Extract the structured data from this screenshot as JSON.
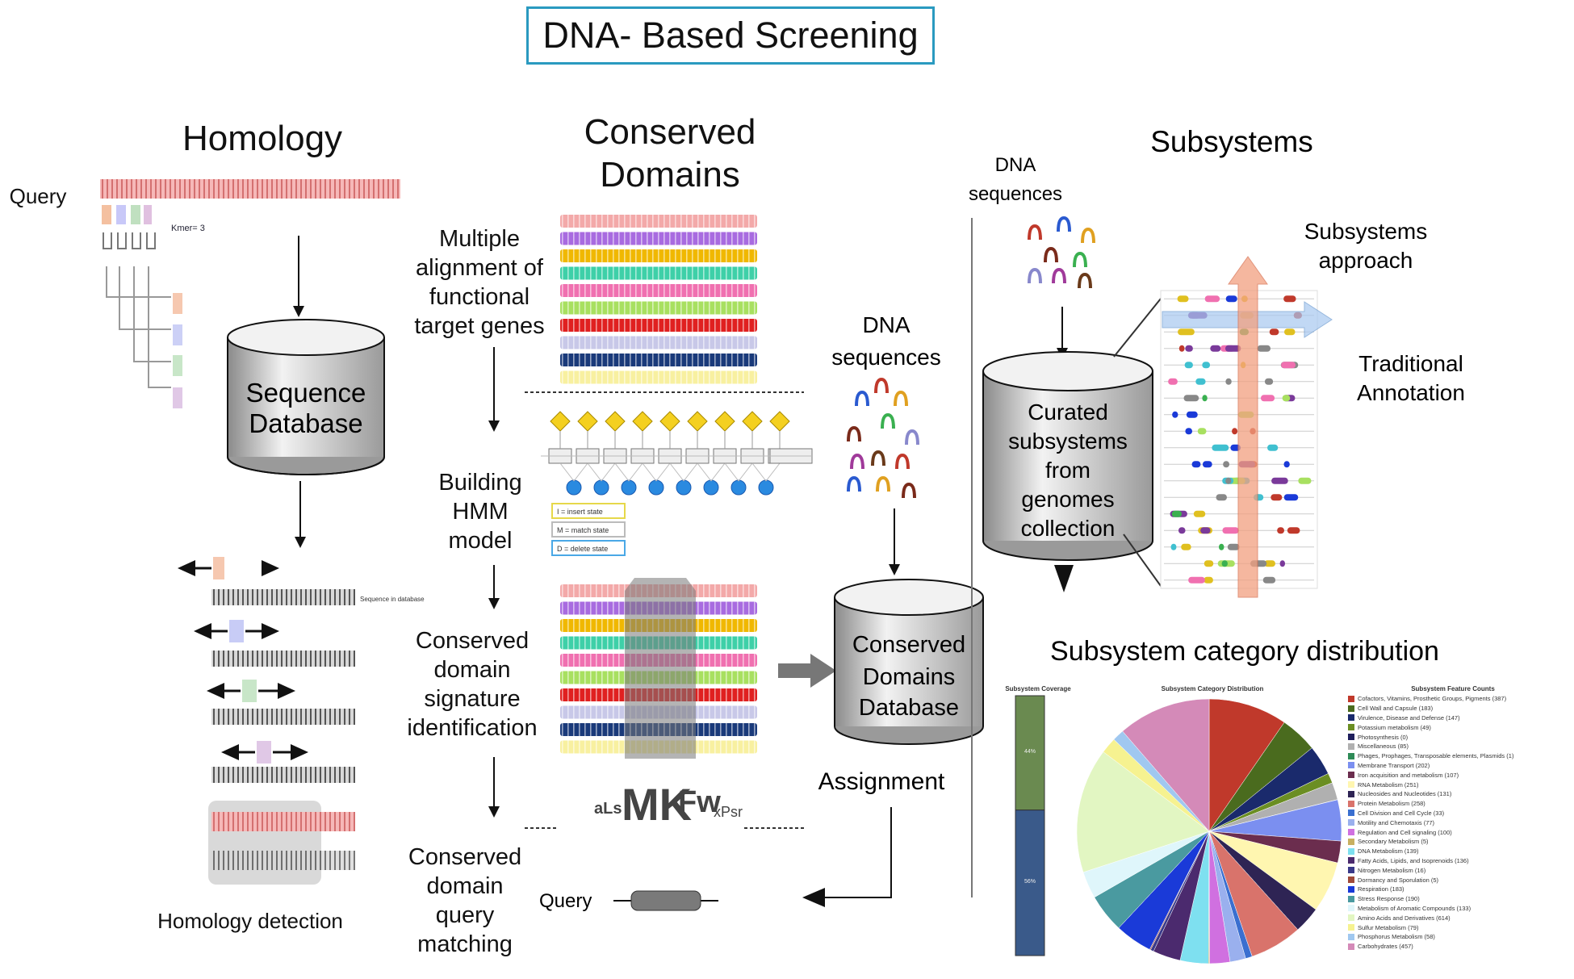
{
  "title": "DNA- Based Screening",
  "homology": {
    "heading": "Homology",
    "query_label": "Query",
    "kmer_label": "Kmer= 3",
    "database_label": [
      "Sequence",
      "Database"
    ],
    "seq_db_label": "Sequence in database",
    "footer": "Homology detection"
  },
  "conserved": {
    "heading": [
      "Conserved",
      "Domains"
    ],
    "step1": [
      "Multiple",
      "alignment of",
      "functional",
      "target genes"
    ],
    "step2": [
      "Building",
      "HMM",
      "model"
    ],
    "step3": [
      "Conserved",
      "domain",
      "signature",
      "identification"
    ],
    "step4": [
      "Conserved",
      "domain",
      "query",
      "matching"
    ],
    "hmm_legend": [
      "I = insert state",
      "M = match state",
      "D = delete state"
    ],
    "dna_label": [
      "DNA",
      "sequences"
    ],
    "database_label": [
      "Conserved",
      "Domains",
      "Database"
    ],
    "assignment_label": "Assignment",
    "query_label": "Query"
  },
  "subsystems": {
    "heading": "Subsystems",
    "dna_label": [
      "DNA",
      "sequences"
    ],
    "approach_label": [
      "Subsystems",
      "approach"
    ],
    "traditional_label": [
      "Traditional",
      "Annotation"
    ],
    "database_label": [
      "Curated",
      "subsystems",
      "from",
      "genomes",
      "collection"
    ],
    "distribution_heading": "Subsystem category distribution",
    "coverage_title": "Subsystem Coverage",
    "coverage_values": [
      "44%",
      "56%"
    ],
    "pie_title": "Subsystem Category Distribution",
    "legend_title": "Subsystem Feature Counts",
    "categories": [
      {
        "name": "Cofactors, Vitamins, Prosthetic Groups, Pigments (387)",
        "value": 387,
        "color": "#c0392b"
      },
      {
        "name": "Cell Wall and Capsule (183)",
        "value": 183,
        "color": "#4a6b1e"
      },
      {
        "name": "Virulence, Disease and Defense (147)",
        "value": 147,
        "color": "#1a2a6c"
      },
      {
        "name": "Potassium metabolism (49)",
        "value": 49,
        "color": "#6b8e23"
      },
      {
        "name": "Photosynthesis (0)",
        "value": 0,
        "color": "#1f1f5c"
      },
      {
        "name": "Miscellaneous (85)",
        "value": 85,
        "color": "#b0b0b0"
      },
      {
        "name": "Phages, Prophages, Transposable elements, Plasmids (1)",
        "value": 1,
        "color": "#2e8b57"
      },
      {
        "name": "Membrane Transport (202)",
        "value": 202,
        "color": "#7b8ff0"
      },
      {
        "name": "Iron acquisition and metabolism (107)",
        "value": 107,
        "color": "#6b2d4e"
      },
      {
        "name": "RNA Metabolism (251)",
        "value": 251,
        "color": "#fff6b0"
      },
      {
        "name": "Nucleosides and Nucleotides (131)",
        "value": 131,
        "color": "#2e2454"
      },
      {
        "name": "Protein Metabolism (258)",
        "value": 258,
        "color": "#d9736b"
      },
      {
        "name": "Cell Division and Cell Cycle (33)",
        "value": 33,
        "color": "#3a6fd0"
      },
      {
        "name": "Motility and Chemotaxis (77)",
        "value": 77,
        "color": "#9ab0ee"
      },
      {
        "name": "Regulation and Cell signaling (100)",
        "value": 100,
        "color": "#d070e0"
      },
      {
        "name": "Secondary Metabolism (5)",
        "value": 5,
        "color": "#c8b060"
      },
      {
        "name": "DNA Metabolism (139)",
        "value": 139,
        "color": "#7ee0f0"
      },
      {
        "name": "Fatty Acids, Lipids, and Isoprenoids (136)",
        "value": 136,
        "color": "#4b2a6e"
      },
      {
        "name": "Nitrogen Metabolism (16)",
        "value": 16,
        "color": "#3a3a8a"
      },
      {
        "name": "Dormancy and Sporulation (5)",
        "value": 5,
        "color": "#a04a3a"
      },
      {
        "name": "Respiration (183)",
        "value": 183,
        "color": "#1a3ad8"
      },
      {
        "name": "Stress Response (190)",
        "value": 190,
        "color": "#4a9aa0"
      },
      {
        "name": "Metabolism of Aromatic Compounds (133)",
        "value": 133,
        "color": "#dff6fb"
      },
      {
        "name": "Amino Acids and Derivatives (614)",
        "value": 614,
        "color": "#e2f6c2"
      },
      {
        "name": "Sulfur Metabolism (79)",
        "value": 79,
        "color": "#f6f290"
      },
      {
        "name": "Phosphorus Metabolism (58)",
        "value": 58,
        "color": "#a0c8f0"
      },
      {
        "name": "Carbohydrates (457)",
        "value": 457,
        "color": "#d48ab8"
      }
    ]
  },
  "chart_data": {
    "type": "pie",
    "title": "Subsystem Category Distribution",
    "categories": [
      "Cofactors, Vitamins, Prosthetic Groups, Pigments",
      "Cell Wall and Capsule",
      "Virulence, Disease and Defense",
      "Potassium metabolism",
      "Photosynthesis",
      "Miscellaneous",
      "Phages, Prophages, Transposable elements, Plasmids",
      "Membrane Transport",
      "Iron acquisition and metabolism",
      "RNA Metabolism",
      "Nucleosides and Nucleotides",
      "Protein Metabolism",
      "Cell Division and Cell Cycle",
      "Motility and Chemotaxis",
      "Regulation and Cell signaling",
      "Secondary Metabolism",
      "DNA Metabolism",
      "Fatty Acids, Lipids, and Isoprenoids",
      "Nitrogen Metabolism",
      "Dormancy and Sporulation",
      "Respiration",
      "Stress Response",
      "Metabolism of Aromatic Compounds",
      "Amino Acids and Derivatives",
      "Sulfur Metabolism",
      "Phosphorus Metabolism",
      "Carbohydrates"
    ],
    "values": [
      387,
      183,
      147,
      49,
      0,
      85,
      1,
      202,
      107,
      251,
      131,
      258,
      33,
      77,
      100,
      5,
      139,
      136,
      16,
      5,
      183,
      190,
      133,
      614,
      79,
      58,
      457
    ],
    "legend": "right"
  }
}
